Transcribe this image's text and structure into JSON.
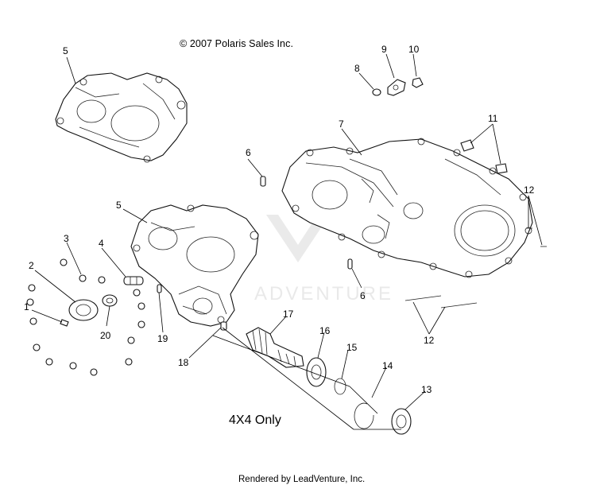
{
  "copyright": "© 2007 Polaris Sales Inc.",
  "footer": "Rendered by LeadVenture, Inc.",
  "note_4x4": "4X4 Only",
  "watermark": "ADVENTURE",
  "callouts": {
    "c1": "1",
    "c2": "2",
    "c3": "3",
    "c4": "4",
    "c5a": "5",
    "c5b": "5",
    "c6a": "6",
    "c6b": "6",
    "c7": "7",
    "c8": "8",
    "c9": "9",
    "c10": "10",
    "c11": "11",
    "c12a": "12",
    "c12b": "12",
    "c13": "13",
    "c14": "14",
    "c15": "15",
    "c16": "16",
    "c17": "17",
    "c18": "18",
    "c19": "19",
    "c20": "20"
  }
}
